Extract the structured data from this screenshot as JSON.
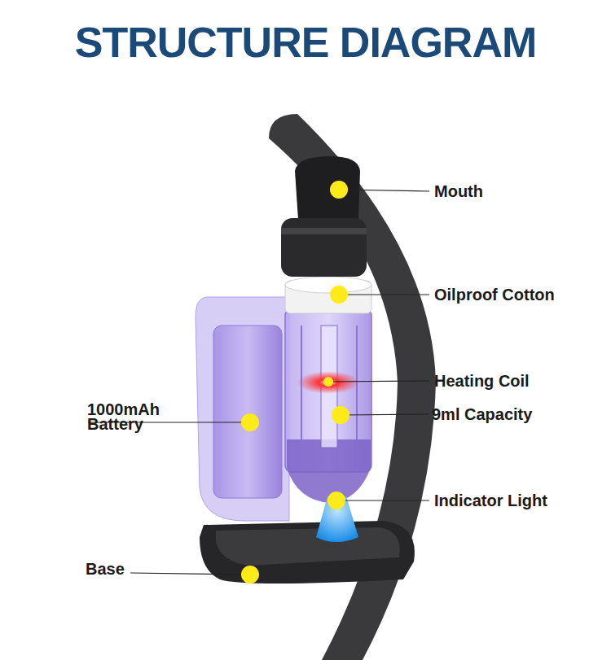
{
  "diagram": {
    "title": "STRUCTURE DIAGRAM",
    "labels": [
      "Mouth",
      "Oilproof Cotton",
      "Heating Coil",
      "9ml Capacity",
      "1000mAh Battery",
      "Indicator Light",
      "Base"
    ]
  }
}
